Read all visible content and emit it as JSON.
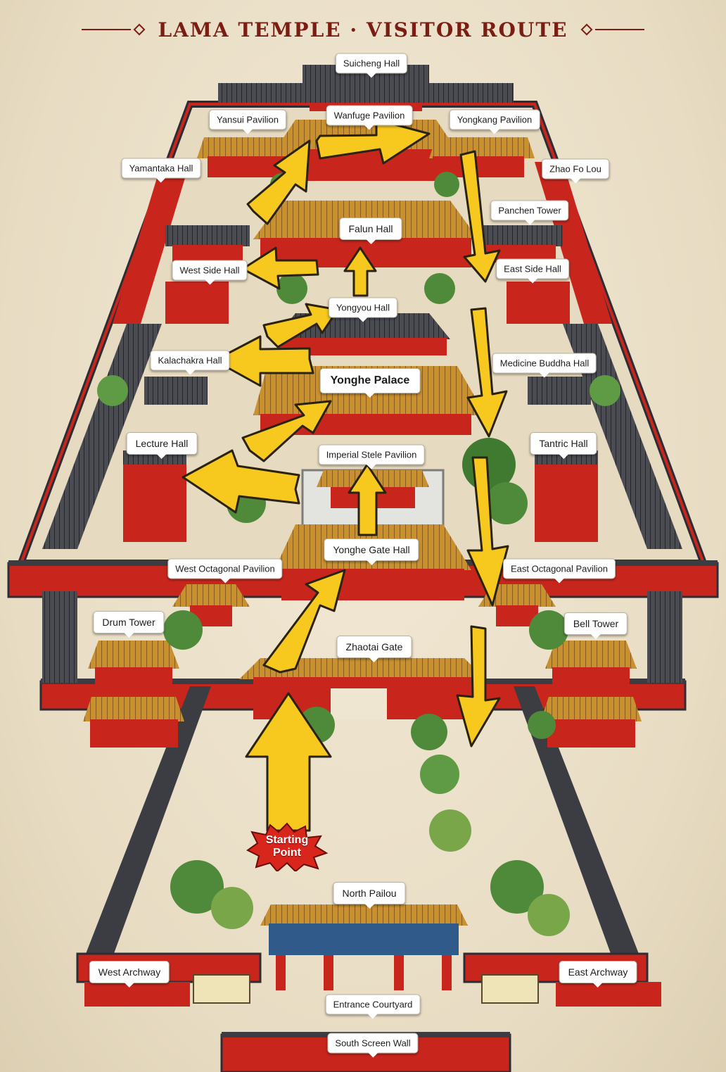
{
  "title": "LAMA TEMPLE · VISITOR ROUTE",
  "colors": {
    "route_arrow": "#f7c81e",
    "arrow_outline": "#2a2313",
    "wall_red": "#c8261d",
    "roof_gold": "#c8902e",
    "roof_grey": "#3b3d42",
    "parchment": "#ece2cd",
    "start_badge": "#d8261d"
  },
  "start": {
    "line1": "Starting",
    "line2": "Point",
    "icon": "starburst-badge"
  },
  "labels": {
    "suicheng_hall": "Suicheng Hall",
    "yansui_pavilion": "Yansui Pavilion",
    "wanfuge_pavilion": "Wanfuge Pavilion",
    "yongkang_pavilion": "Yongkang Pavilion",
    "yamantaka_hall": "Yamantaka Hall",
    "zhao_fo_lou": "Zhao Fo Lou",
    "panchen_tower": "Panchen Tower",
    "falun_hall": "Falun Hall",
    "west_side_hall": "West Side Hall",
    "east_side_hall": "East Side Hall",
    "yongyou_hall": "Yongyou Hall",
    "kalachakra_hall": "Kalachakra Hall",
    "medicine_buddha_hall": "Medicine Buddha Hall",
    "yonghe_palace": "Yonghe Palace",
    "lecture_hall": "Lecture Hall",
    "tantric_hall": "Tantric Hall",
    "imperial_stele_pavilion": "Imperial Stele Pavilion",
    "yonghe_gate_hall": "Yonghe Gate Hall",
    "west_octagonal_pavilion": "West Octagonal Pavilion",
    "east_octagonal_pavilion": "East Octagonal Pavilion",
    "drum_tower": "Drum Tower",
    "bell_tower": "Bell Tower",
    "zhaotai_gate": "Zhaotai Gate",
    "north_pailou": "North Pailou",
    "west_archway": "West Archway",
    "east_archway": "East Archway",
    "entrance_courtyard": "Entrance Courtyard",
    "south_screen_wall": "South Screen Wall"
  }
}
